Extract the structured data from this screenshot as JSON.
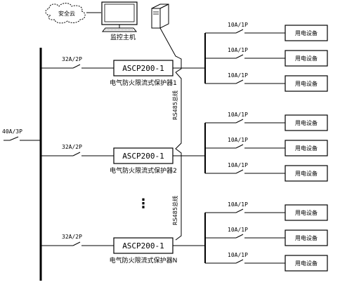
{
  "cloud_label": "安全云",
  "host_label": "监控主机",
  "main_breaker": "40A/3P",
  "feeder_breaker": "32A/2P",
  "device_model": "ASCP200-1",
  "branch_breaker": "10A/1P",
  "load_label": "用电设备",
  "bus_label": "RS485总线",
  "ellipsis": "⋮",
  "protectors": [
    {
      "caption": "电气防火限流式保护器1"
    },
    {
      "caption": "电气防火限流式保护器2"
    },
    {
      "caption": "电气防火限流式保护器N"
    }
  ]
}
